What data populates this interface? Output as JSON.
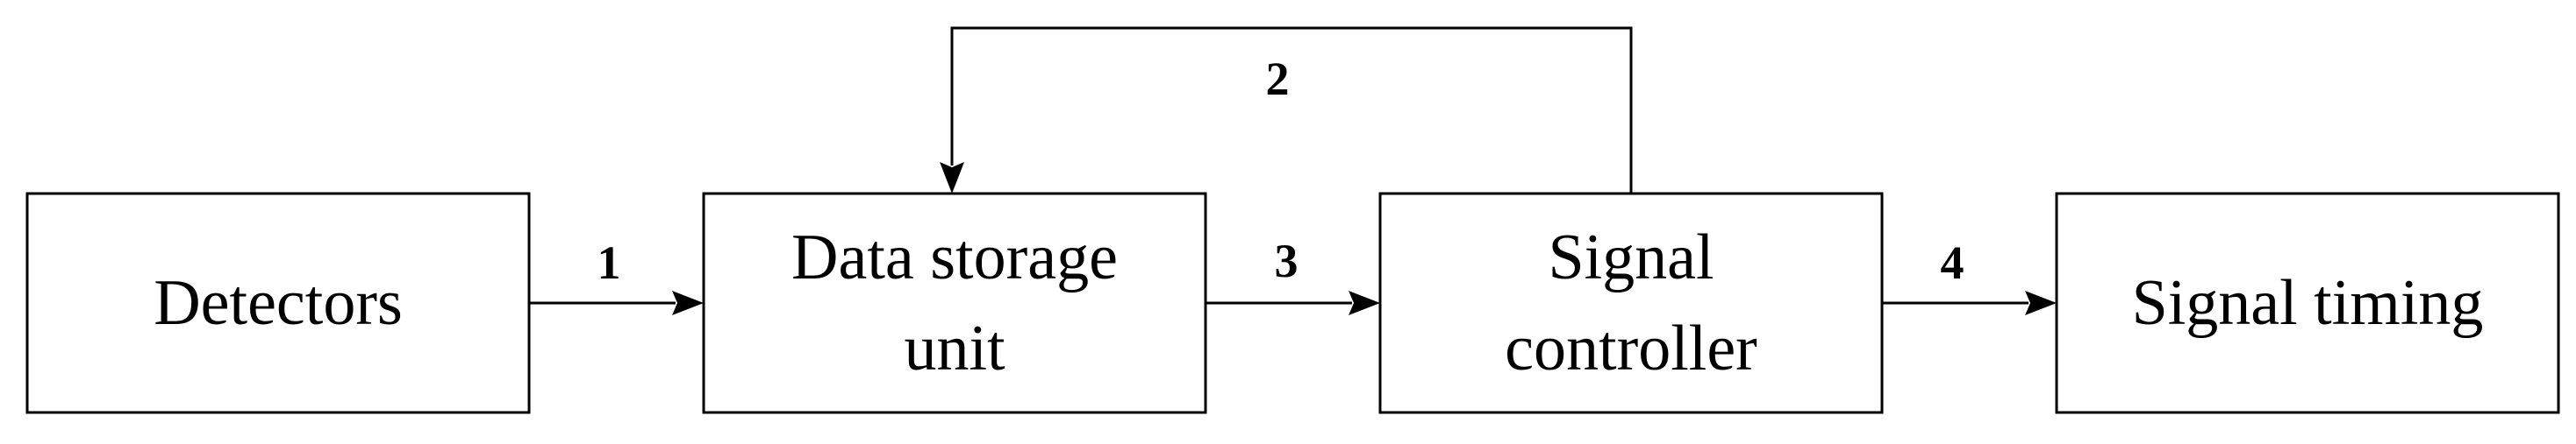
{
  "nodes": {
    "detectors": {
      "label": "Detectors"
    },
    "data_storage_unit": {
      "label_line1": "Data storage",
      "label_line2": "unit"
    },
    "signal_controller": {
      "label_line1": "Signal",
      "label_line2": "controller"
    },
    "signal_timing": {
      "label": "Signal timing"
    }
  },
  "edges": {
    "edge_1": {
      "label": "1",
      "from": "Detectors",
      "to": "Data storage unit"
    },
    "edge_2": {
      "label": "2",
      "from": "Signal controller",
      "to": "Data storage unit"
    },
    "edge_3": {
      "label": "3",
      "from": "Data storage unit",
      "to": "Signal controller"
    },
    "edge_4": {
      "label": "4",
      "from": "Signal controller",
      "to": "Signal timing"
    }
  }
}
